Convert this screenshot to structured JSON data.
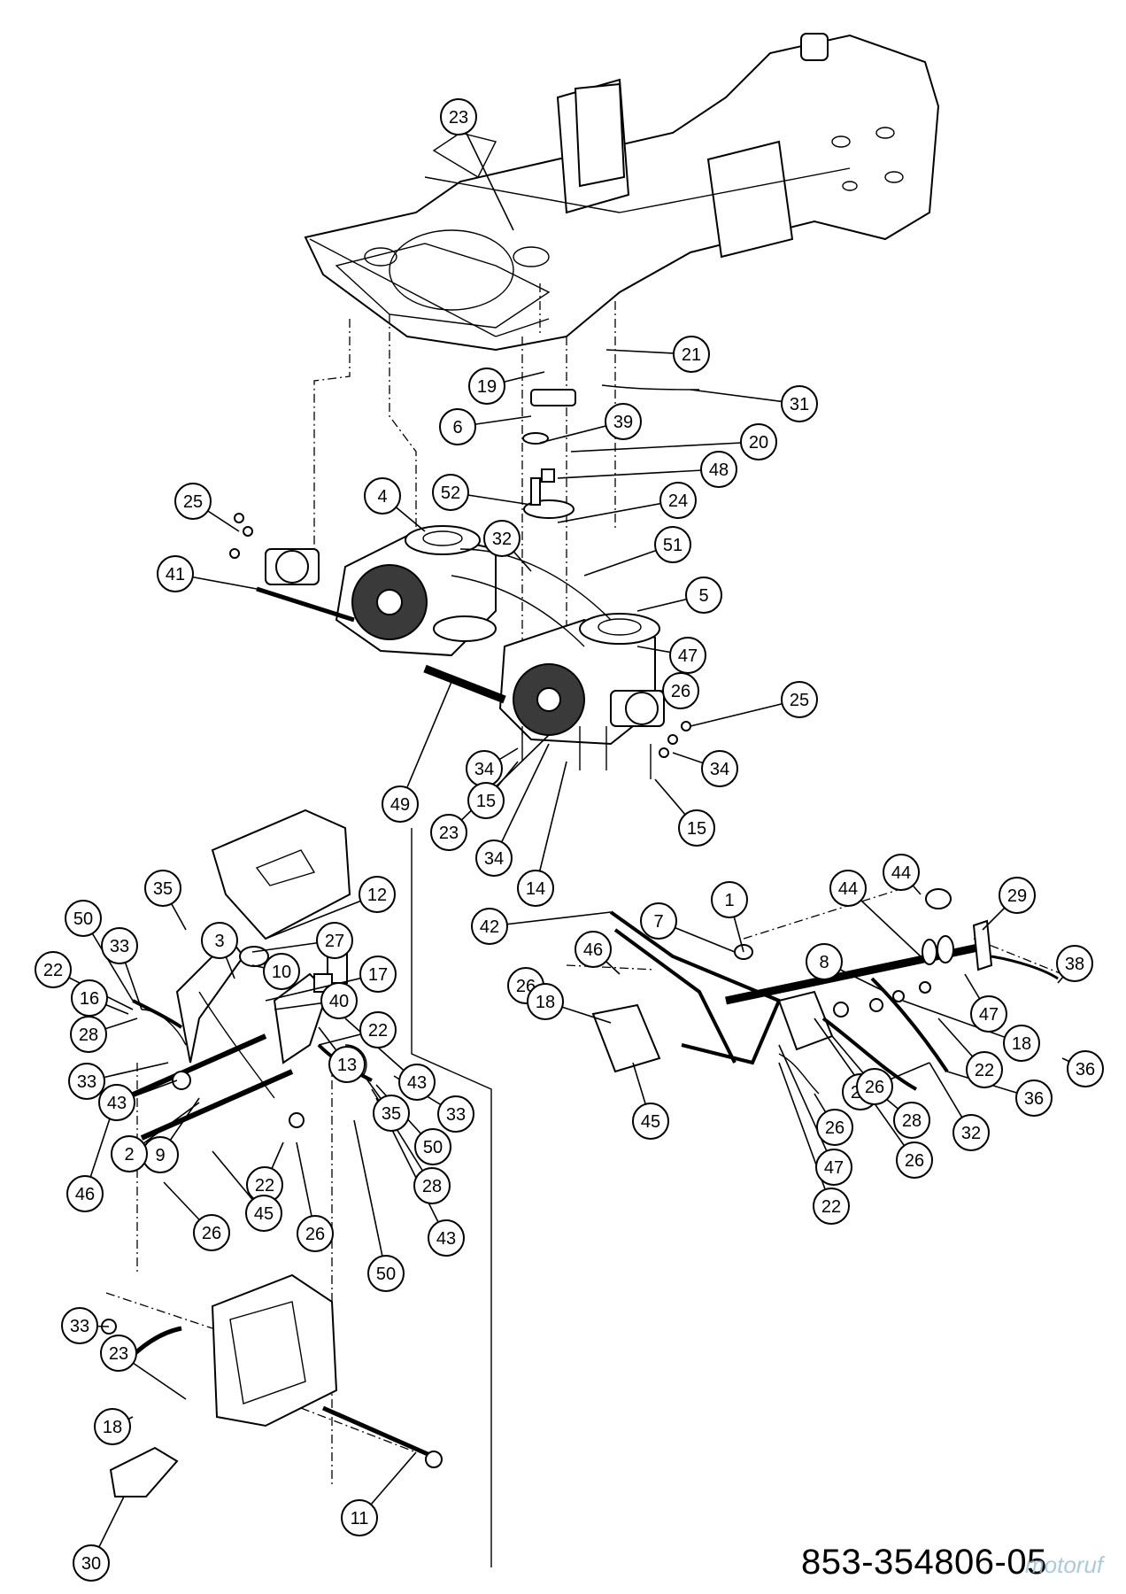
{
  "document_number": "853-354806-05",
  "watermark": "motoruf",
  "callouts": [
    "23",
    "21",
    "19",
    "31",
    "6",
    "39",
    "20",
    "48",
    "52",
    "24",
    "4",
    "25",
    "32",
    "51",
    "41",
    "5",
    "47",
    "26",
    "25",
    "34",
    "15",
    "49",
    "34",
    "15",
    "23",
    "34",
    "14",
    "35",
    "50",
    "33",
    "22",
    "16",
    "28",
    "33",
    "43",
    "3",
    "12",
    "27",
    "10",
    "17",
    "40",
    "22",
    "13",
    "9",
    "43",
    "35",
    "33",
    "50",
    "28",
    "22",
    "2",
    "45",
    "46",
    "26",
    "26",
    "43",
    "50",
    "33",
    "23",
    "18",
    "30",
    "11",
    "42",
    "46",
    "26",
    "18",
    "45",
    "7",
    "1",
    "44",
    "44",
    "29",
    "8",
    "38",
    "47",
    "18",
    "22",
    "28",
    "36",
    "26",
    "36",
    "32",
    "28",
    "26",
    "26",
    "47",
    "22"
  ]
}
